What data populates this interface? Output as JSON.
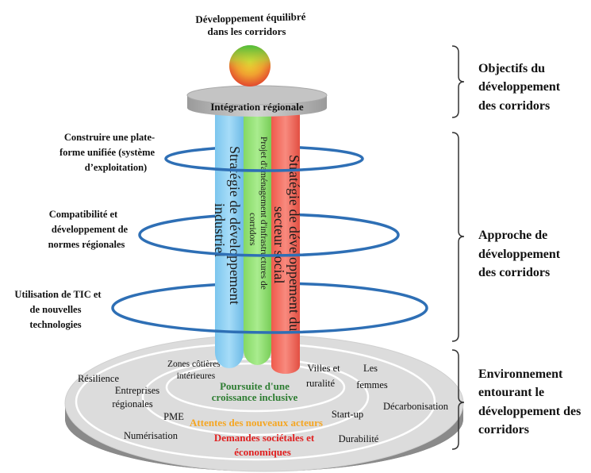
{
  "goal": {
    "line1": "Développement équilibré",
    "line2": "dans les corridors"
  },
  "platform_label": "Intégration régionale",
  "pillars": [
    {
      "line1": "Stratégie de développement",
      "line2": "industriel",
      "color": "#8fd3f5"
    },
    {
      "line1": "Projet d'aménagement d'infrastructures de",
      "line2": "corridors",
      "color": "#99e07a"
    },
    {
      "line1": "Stratégie de développement du",
      "line2": "secteur social",
      "color": "#f26b5e"
    }
  ],
  "rings": [
    {
      "lines": [
        "Construire une plate-",
        "forme unifiée (système",
        "d’exploitation)"
      ]
    },
    {
      "lines": [
        "Compatibilité et",
        "développement de",
        "normes régionales"
      ]
    },
    {
      "lines": [
        "Utilisation de TIC et",
        "de nouvelles",
        "technologies"
      ]
    }
  ],
  "base": {
    "center_lines": [
      "Poursuite d'une",
      "croissance inclusive"
    ],
    "middle_ring": "Attentes des nouveaux acteurs",
    "outer_lines": [
      "Demandes sociétales et",
      "économiques"
    ],
    "items": {
      "coastal_line1": "Zones côtières et",
      "coastal_line2": "intérieures",
      "cities_line1": "Villes et",
      "cities_line2": "ruralité",
      "women_line1": "Les",
      "women_line2": "femmes",
      "resilience": "Résilience",
      "enterprises_line1": "Entreprises",
      "enterprises_line2": "régionales",
      "pme": "PME",
      "startup": "Start-up",
      "decarbonisation": "Décarbonisation",
      "numerisation": "Numérisation",
      "durabilite": "Durabilité"
    }
  },
  "brackets": [
    {
      "lines": [
        "Objectifs du",
        "développement",
        "des corridors"
      ]
    },
    {
      "lines": [
        "Approche de",
        "développement",
        "des corridors"
      ]
    },
    {
      "lines": [
        "Environnement",
        "entourant le",
        "développement des",
        "corridors"
      ]
    }
  ],
  "colors": {
    "ring_stroke": "#2e6fb5",
    "inclusive_text": "#2e7d32",
    "actors_text": "#f5a623",
    "demands_text": "#e02020",
    "disc_fill": "#dcdcdc",
    "disc_side": "#8a8a8a"
  }
}
